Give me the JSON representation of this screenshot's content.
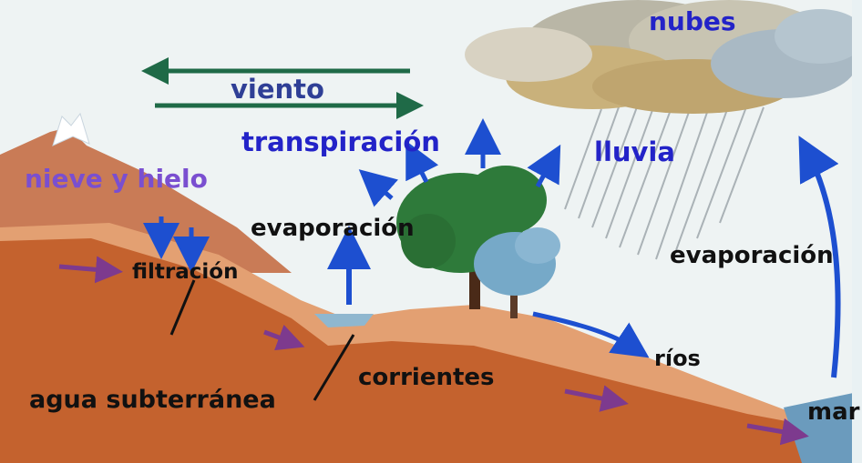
{
  "labels": {
    "nubes": "nubes",
    "viento": "viento",
    "transpiracion": "transpiración",
    "lluvia": "lluvia",
    "nieve_y_hielo": "nieve y hielo",
    "evaporacion_land": "evaporación",
    "evaporacion_sea": "evaporación",
    "filtracion": "filtración",
    "rios": "ríos",
    "corrientes": "corrientes",
    "agua_subterranea": "agua subterránea",
    "mar": "mar"
  },
  "colors": {
    "sky": "#eef3f3",
    "ground_dark": "#c4622e",
    "ground_light": "#e3a072",
    "wind_arrows": "#1f6a47",
    "flow_arrows": "#1d4fd0",
    "underground_arrows": "#7d3a8e",
    "tree_dark": "#2e7a3a",
    "tree_light": "#76a9c8",
    "water": "#8fb7cf"
  }
}
